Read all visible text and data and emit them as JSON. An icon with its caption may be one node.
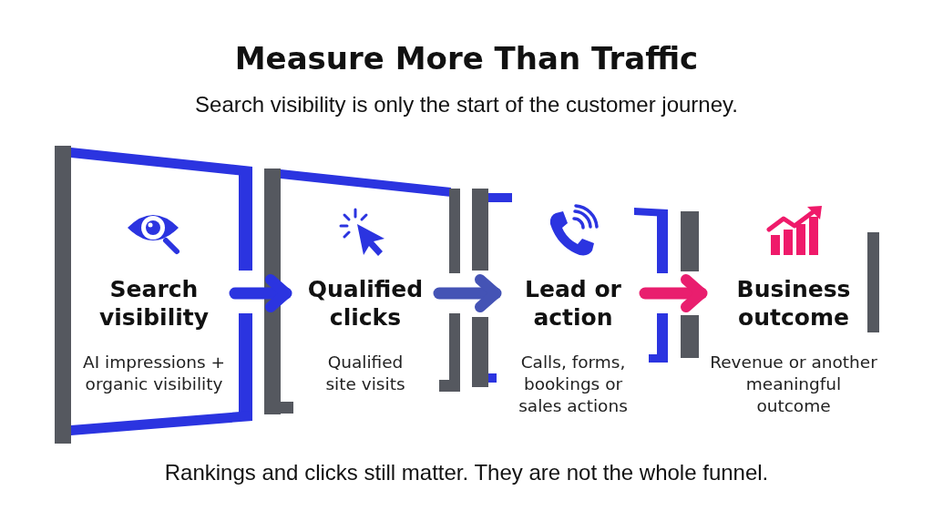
{
  "diagram": {
    "title": "Measure More Than Traffic",
    "caption": "Rankings and clicks still matter. They are not the whole funnel.",
    "labels": [
      "Search visibility is only the start of the customer journey."
    ],
    "nodes": [
      {
        "text": [
          "Search visibility",
          "AI impressions + organic visibility"
        ]
      },
      {
        "text": [
          "Qualified clicks",
          "Qualified site visits"
        ]
      },
      {
        "text": [
          "Lead or action",
          "Calls, forms, bookings or sales actions"
        ]
      },
      {
        "text": [
          "Business outcome",
          "Revenue or another meaningful outcome"
        ]
      }
    ],
    "edges": [
      {
        "from": 0,
        "to": 1,
        "arrow": "to",
        "color": "#2b34e0"
      },
      {
        "from": 1,
        "to": 2,
        "arrow": "to",
        "color": "#4453b5"
      },
      {
        "from": 2,
        "to": 3,
        "arrow": "to",
        "color": "#e91e6e"
      }
    ]
  }
}
